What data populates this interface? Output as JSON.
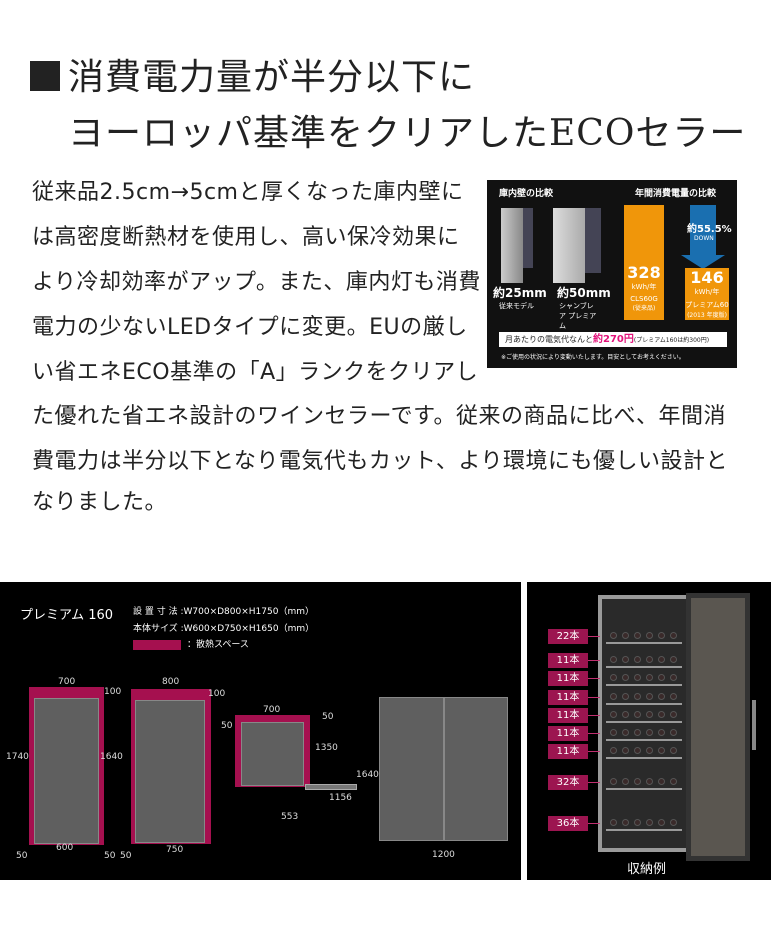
{
  "heading": {
    "line1": "消費電力量が半分以下に",
    "line2": "ヨーロッパ基準をクリアしたECOセラー"
  },
  "body": {
    "lines": [
      "従来品2.5cm→5cmと厚くなった庫内壁に",
      "は高密度断熱材を使用し、高い保冷効果に",
      "より冷却効率がアップ。また、庫内灯も消費",
      "電力の少ないLEDタイプに変更。EUの厳し",
      "い省エネECO基準の「A」ランクをクリアし",
      "た優れた省エネ設計のワインセラーです。従来の商品に比べ、年間消",
      "費電力は半分以下となり電気代もカット、より環境にも優しい設計と",
      "なりました。"
    ]
  },
  "infographic": {
    "wall_title": "庫内壁の比較",
    "power_title": "年間消費電量の比較",
    "old_thickness": "約25mm",
    "old_label": "従来モデル",
    "new_thickness": "約50mm",
    "new_label": "シャンブレア プレミアム",
    "old_kwh": "328",
    "new_kwh": "146",
    "unit": "kWh/年",
    "old_model": "CLS60G",
    "old_model_note": "(従来品)",
    "new_model": "プレミアム60",
    "new_model_note": "(2013 年度版)",
    "down_pct": "約55.5%",
    "down": "DOWN",
    "monthly_pre": "月あたりの電気代なんと",
    "monthly_value": "約270円",
    "monthly_note": "(プレミアム160は約300円)",
    "disclaimer": "※ご使用の状況により変動いたします。目安としてお考えください。",
    "colors": {
      "orange": "#f0960a",
      "pink": "#e2127a",
      "blue": "#1a6fb0"
    }
  },
  "specs": {
    "model": "プレミアム 160",
    "install_label": "設 置 寸 法",
    "install_value": ":W700×D800×H1750（mm）",
    "body_label": "本体サイズ",
    "body_value": ":W600×D750×H1650（mm）",
    "legend": "：散熱スペース",
    "legend_color": "#a5104f"
  },
  "dims": {
    "front_w": "700",
    "front_top": "100",
    "front_h": "1740",
    "front_inner_h": "1640",
    "front_inner_w": "600",
    "side_gap": "50",
    "side_gap2": "50",
    "side_d": "800",
    "side_top": "100",
    "side_gap3": "50",
    "side_inner_d": "750",
    "top_w": "700",
    "top_left": "50",
    "top_right": "50",
    "top_h": "1350",
    "top_open": "1156",
    "top_door": "553",
    "double_h": "1640",
    "double_w": "1200"
  },
  "storage": {
    "labels": [
      "22本",
      "11本",
      "11本",
      "11本",
      "11本",
      "11本",
      "11本",
      "32本",
      "36本"
    ],
    "caption": "収納例"
  }
}
